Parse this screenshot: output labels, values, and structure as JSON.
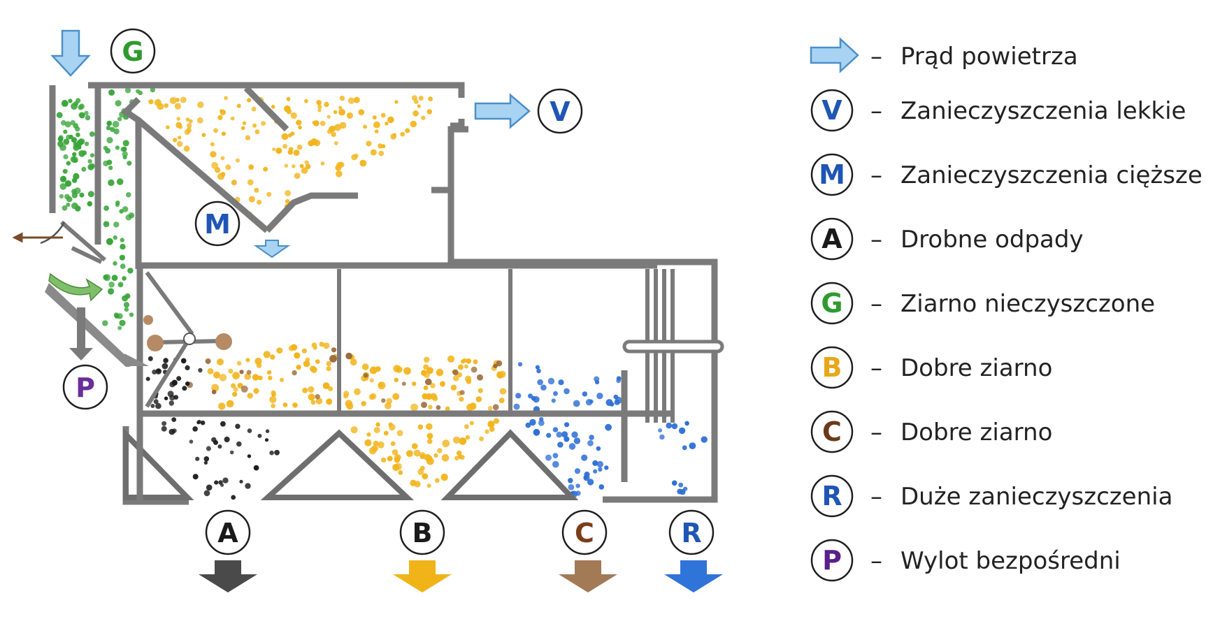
{
  "colors": {
    "air": "#a9d3f2",
    "air_stroke": "#4a90c8",
    "wall": "#7a7a7a",
    "green": "#3aa53a",
    "yellow": "#f2b51e",
    "brown": "#9a6a3a",
    "blue": "#2d6fd6",
    "purple": "#6a2d9a",
    "black": "#1a1a1a"
  },
  "diagram": {
    "labels": {
      "G": {
        "letter": "G",
        "color": "#2e9a2e"
      },
      "V": {
        "letter": "V",
        "color": "#1f56b5"
      },
      "M": {
        "letter": "M",
        "color": "#1f56b5"
      },
      "P": {
        "letter": "P",
        "color": "#6a2d9a"
      },
      "A": {
        "letter": "A",
        "color": "#1a1a1a"
      },
      "B": {
        "letter": "B",
        "color": "#1a1a1a"
      },
      "C": {
        "letter": "C",
        "color": "#7a3e1a"
      },
      "R": {
        "letter": "R",
        "color": "#1f56b5"
      }
    },
    "outlet_arrows": [
      {
        "name": "outlet-arrow-a",
        "color": "#4a4a4a"
      },
      {
        "name": "outlet-arrow-b",
        "color": "#f0b419"
      },
      {
        "name": "outlet-arrow-c",
        "color": "#a27a55"
      },
      {
        "name": "outlet-arrow-r",
        "color": "#2f74d8"
      }
    ]
  },
  "legend": {
    "separator": "–",
    "items": [
      {
        "symbol": "arrow",
        "text": "Prąd powietrza"
      },
      {
        "symbol": "V",
        "color": "#1f56b5",
        "text": "Zanieczyszczenia lekkie"
      },
      {
        "symbol": "M",
        "color": "#1f56b5",
        "text": "Zanieczyszczenia cięższe"
      },
      {
        "symbol": "A",
        "color": "#1a1a1a",
        "text": "Drobne odpady"
      },
      {
        "symbol": "G",
        "color": "#2e9a2e",
        "text": "Ziarno nieczyszczone"
      },
      {
        "symbol": "B",
        "color": "#e8a61a",
        "text": "Dobre ziarno"
      },
      {
        "symbol": "C",
        "color": "#6b3a1a",
        "text": "Dobre ziarno"
      },
      {
        "symbol": "R",
        "color": "#1f56b5",
        "text": "Duże zanieczyszczenia"
      },
      {
        "symbol": "P",
        "color": "#5a1f8a",
        "text": "Wylot bezpośredni"
      }
    ]
  }
}
